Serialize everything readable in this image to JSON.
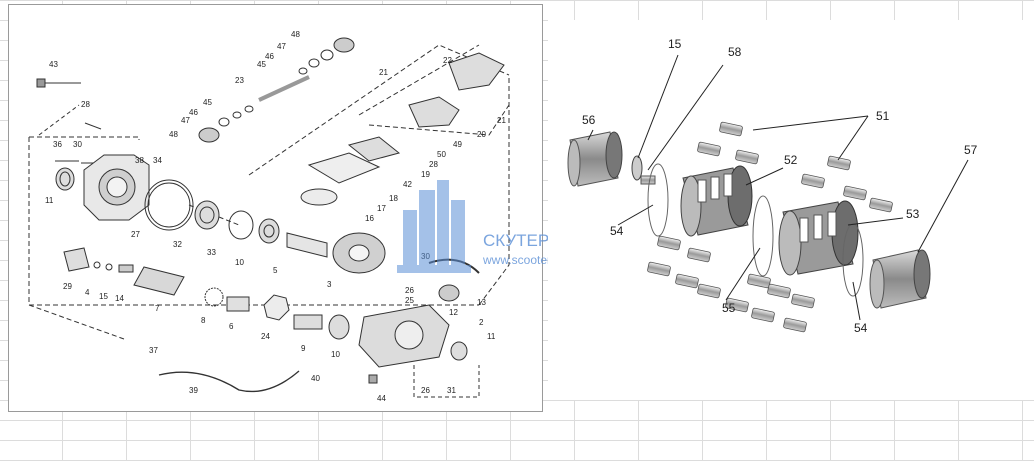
{
  "watermark": {
    "brand": "СКУТЕР СИТИ",
    "url": "www.scooter-city.ru",
    "color": "#5b8fd6"
  },
  "left_diagram": {
    "part_numbers": [
      "43",
      "28",
      "36",
      "30",
      "38",
      "34",
      "11",
      "27",
      "32",
      "33",
      "10",
      "5",
      "3",
      "29",
      "4",
      "15",
      "14",
      "7",
      "8",
      "6",
      "24",
      "9",
      "10",
      "2",
      "11",
      "13",
      "12",
      "25",
      "26",
      "37",
      "39",
      "40",
      "44",
      "26",
      "31",
      "48",
      "47",
      "46",
      "45",
      "23",
      "45",
      "46",
      "47",
      "48",
      "21",
      "22",
      "20",
      "21",
      "49",
      "50",
      "28",
      "19",
      "42",
      "18",
      "17",
      "16",
      "30"
    ]
  },
  "right_diagram": {
    "callouts": [
      "15",
      "58",
      "56",
      "51",
      "52",
      "57",
      "53",
      "54",
      "55",
      "54"
    ]
  }
}
